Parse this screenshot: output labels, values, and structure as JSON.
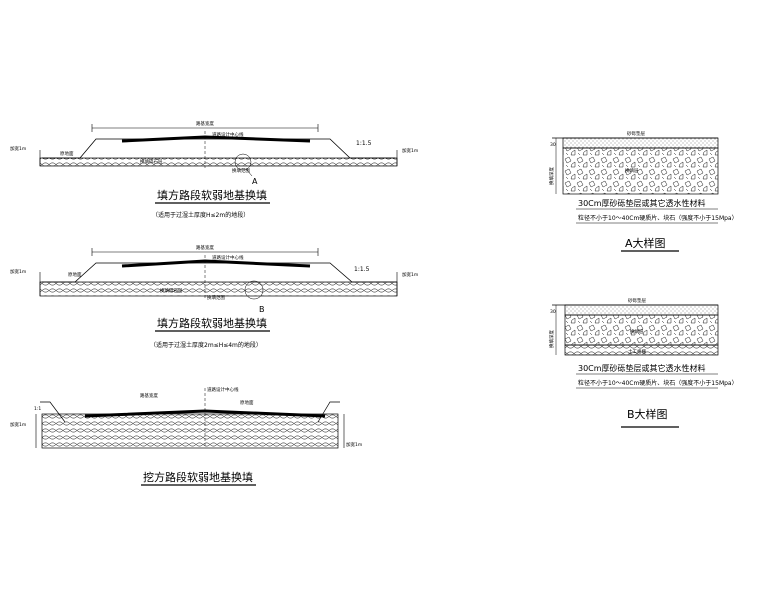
{
  "sections": {
    "s1": {
      "title": "填方路段软弱地基换填",
      "subtitle": "（适用于过湿土厚度H≤2m的地段）",
      "label_road_width": "路基宽度",
      "label_centerline": "道路设计中心线",
      "label_slope": "1:1.5",
      "label_left_h": "加宽1m",
      "label_right_h": "加宽1m",
      "label_layer": "原地面",
      "label_replace": "换填碎石层",
      "label_range": "换填范围",
      "callout": "A"
    },
    "s2": {
      "title": "填方路段软弱地基换填",
      "subtitle": "（适用于过湿土厚度2m≤H≤4m的地段）",
      "label_road_width": "路基宽度",
      "label_centerline": "道路设计中心线",
      "label_slope": "1:1.5",
      "label_left_h": "加宽1m",
      "label_right_h": "加宽1m",
      "label_layer": "原地面",
      "label_replace": "换填碎石层",
      "label_range": "换填范围",
      "callout": "B"
    },
    "s3": {
      "title": "挖方路段软弱地基换填",
      "label_road_width": "路基宽度",
      "label_centerline": "道路设计中心线",
      "label_layer": "原地面",
      "label_left_h": "加宽1m",
      "label_right_h": "加宽1m",
      "label_slope": "1:1"
    }
  },
  "details": {
    "a": {
      "dim_top": "30",
      "label_top_layer": "砂砾垫层",
      "label_mid": "换填层",
      "label_side": "换填深度",
      "note1": "30Cm厚砂砾垫层或其它透水性材料",
      "note2": "粒径不小于10～40Cm硬质片、块石（强度不小于15Mpa）",
      "caption": "A大样图"
    },
    "b": {
      "dim_top": "30",
      "label_top_layer": "砂砾垫层",
      "label_mid": "换填层",
      "label_side": "换填深度",
      "label_bottom_layer": "土工格栅",
      "note1": "30Cm厚砂砾垫层或其它透水性材料",
      "note2": "粒径不小于10～40Cm硬质片、块石（强度不小于15Mpa）",
      "caption": "B大样图"
    }
  }
}
